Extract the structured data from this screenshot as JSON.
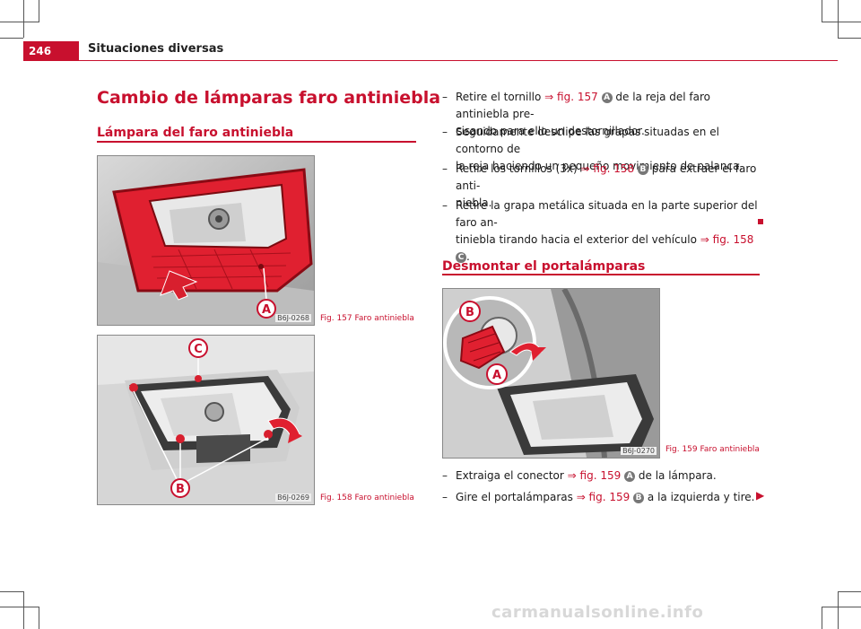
{
  "header": {
    "page_number": "246",
    "running_title": "Situaciones diversas"
  },
  "main": {
    "title": "Cambio de lámparas faro antiniebla",
    "section1": {
      "title": "Lámpara del faro antiniebla",
      "fig157": {
        "ref": "B6J-0268",
        "caption": "Fig. 157  Faro antiniebla",
        "label_a": "A"
      },
      "fig158": {
        "ref": "B6J-0269",
        "caption": "Fig. 158  Faro antiniebla",
        "label_b": "B",
        "label_c": "C"
      }
    },
    "steps1": [
      {
        "dash": "–",
        "l1a": "Retire el tornillo ",
        "l1ref": "⇒ fig. 157",
        "l1badge": "A",
        "l1b": " de la reja del faro antiniebla pre-",
        "l2": "cisando para ello un destornillador."
      },
      {
        "dash": "–",
        "l1": "Seguidamente desclipe las grapas situadas en el contorno de",
        "l2": "la reja haciendo un pequeño movimiento de palanca."
      },
      {
        "dash": "–",
        "l1a": "Retire los tornillos (3x) ",
        "l1ref": "⇒ fig. 158",
        "l1badge": "B",
        "l1b": " para extraer el faro anti-",
        "l2": "niebla."
      },
      {
        "dash": "–",
        "l1": "Retire la grapa metálica situada en la parte superior del faro an-",
        "l2a": "tiniebla tirando hacia el exterior del vehículo ",
        "l2ref": "⇒ fig. 158",
        "l2badge": "C",
        "l2b": "."
      }
    ],
    "section2": {
      "title": "Desmontar el portalámparas",
      "fig159": {
        "ref": "B6J-0270",
        "caption": "Fig. 159  Faro antiniebla",
        "label_a": "A",
        "label_b": "B"
      }
    },
    "steps2": [
      {
        "dash": "–",
        "a": "Extraiga el conector ",
        "ref": "⇒ fig. 159",
        "badge": "A",
        "b": " de la lámpara."
      },
      {
        "dash": "–",
        "a": "Gire el portalámparas ",
        "ref": "⇒ fig. 159",
        "badge": "B",
        "b": " a la izquierda y tire."
      }
    ]
  },
  "footer": {
    "watermark": "carmanualsonline.info"
  },
  "colors": {
    "accent": "#c8102e",
    "badge": "#777777"
  }
}
